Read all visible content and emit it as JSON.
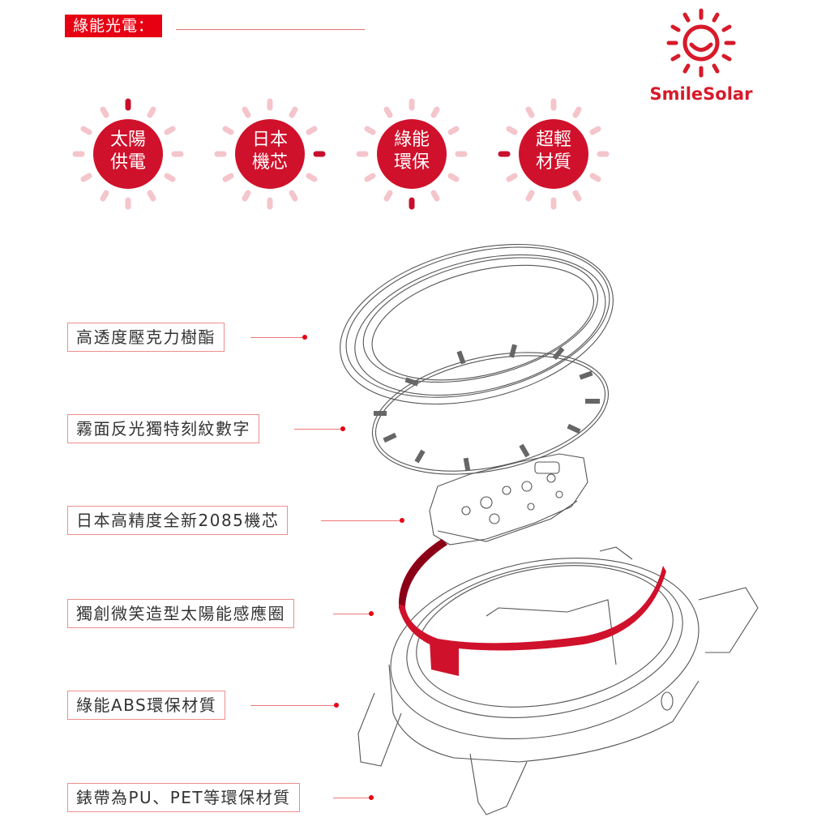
{
  "header": {
    "section_title": "綠能光電：",
    "accent_color": "#e60012"
  },
  "brand": {
    "name": "SmileSolar",
    "icon": "smiling-sun-icon",
    "color": "#d71a2a"
  },
  "badges": [
    {
      "line1": "太陽",
      "line2": "供電",
      "highlight_ray": "top"
    },
    {
      "line1": "日本",
      "line2": "機芯",
      "highlight_ray": "right"
    },
    {
      "line1": "綠能",
      "line2": "環保",
      "highlight_ray": "bottom"
    },
    {
      "line1": "超輕",
      "line2": "材質",
      "highlight_ray": "left"
    }
  ],
  "callouts": [
    {
      "label": "高透度壓克力樹酯",
      "part": "crystal"
    },
    {
      "label": "霧面反光獨特刻紋數字",
      "part": "dial"
    },
    {
      "label": "日本高精度全新2085機芯",
      "part": "movement"
    },
    {
      "label": "獨創微笑造型太陽能感應圈",
      "part": "solar-ring"
    },
    {
      "label": "綠能ABS環保材質",
      "part": "case"
    },
    {
      "label": "錶帶為PU、PET等環保材質",
      "part": "strap-lugs"
    }
  ],
  "colors": {
    "badge_fill": "#d0112b",
    "ray_light": "#f4c5cb",
    "ray_dark": "#c8102e",
    "solar_ring": "#d0112b",
    "line_art": "#555555"
  }
}
